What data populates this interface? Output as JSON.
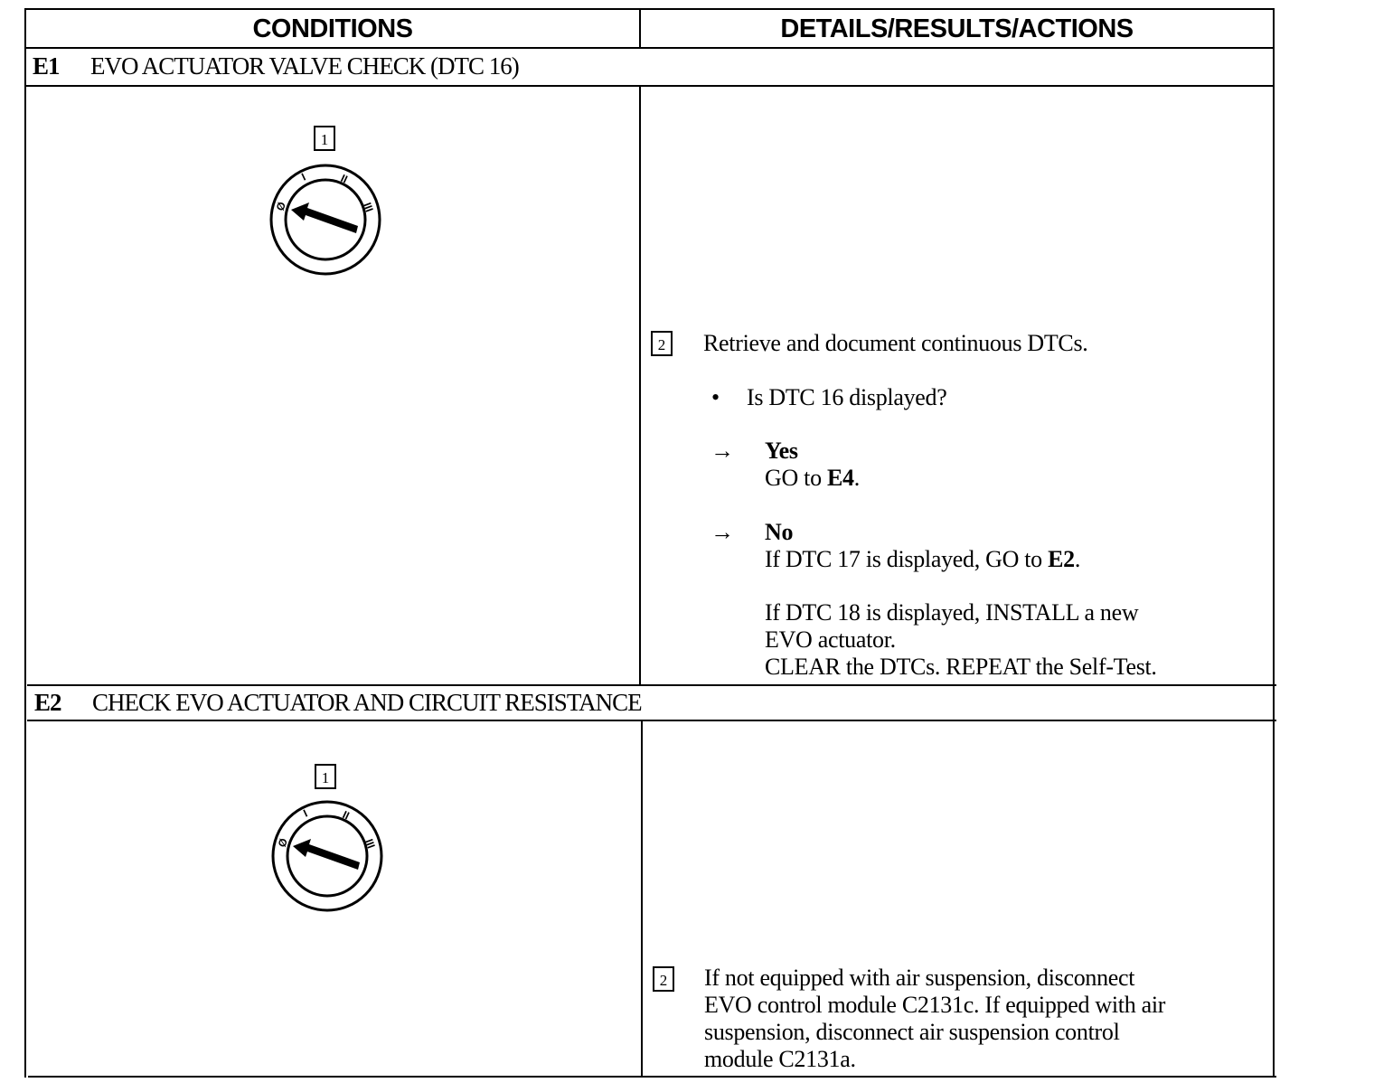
{
  "header": {
    "conditions": "CONDITIONS",
    "details": "DETAILS/RESULTS/ACTIONS"
  },
  "e1": {
    "id": "E1",
    "title": "EVO ACTUATOR VALVE CHECK (DTC 16)",
    "step1_num": "1",
    "step2_num": "2",
    "step2_text": "Retrieve and document continuous DTCs.",
    "question": "Is DTC 16 displayed?",
    "yes_label": "Yes",
    "yes_action_prefix": "GO to ",
    "yes_action_target": "E4",
    "yes_action_suffix": ".",
    "no_label": "No",
    "no_line1_prefix": "If DTC 17 is displayed, GO to ",
    "no_line1_target": "E2",
    "no_line1_suffix": ".",
    "no_line2": "If DTC 18 is displayed, INSTALL a new",
    "no_line3": "EVO actuator.",
    "no_line4": "CLEAR the DTCs. REPEAT the Self-Test."
  },
  "e2": {
    "id": "E2",
    "title": "CHECK EVO ACTUATOR AND CIRCUIT RESISTANCE",
    "step1_num": "1",
    "step2_num": "2",
    "step2_lines": [
      "If not equipped with air suspension, disconnect",
      "EVO control module C2131c. If equipped with air",
      "suspension, disconnect air suspension control",
      "module C2131a."
    ]
  },
  "ignition_switch": {
    "positions": [
      "Ø",
      "I",
      "II",
      "III"
    ]
  }
}
